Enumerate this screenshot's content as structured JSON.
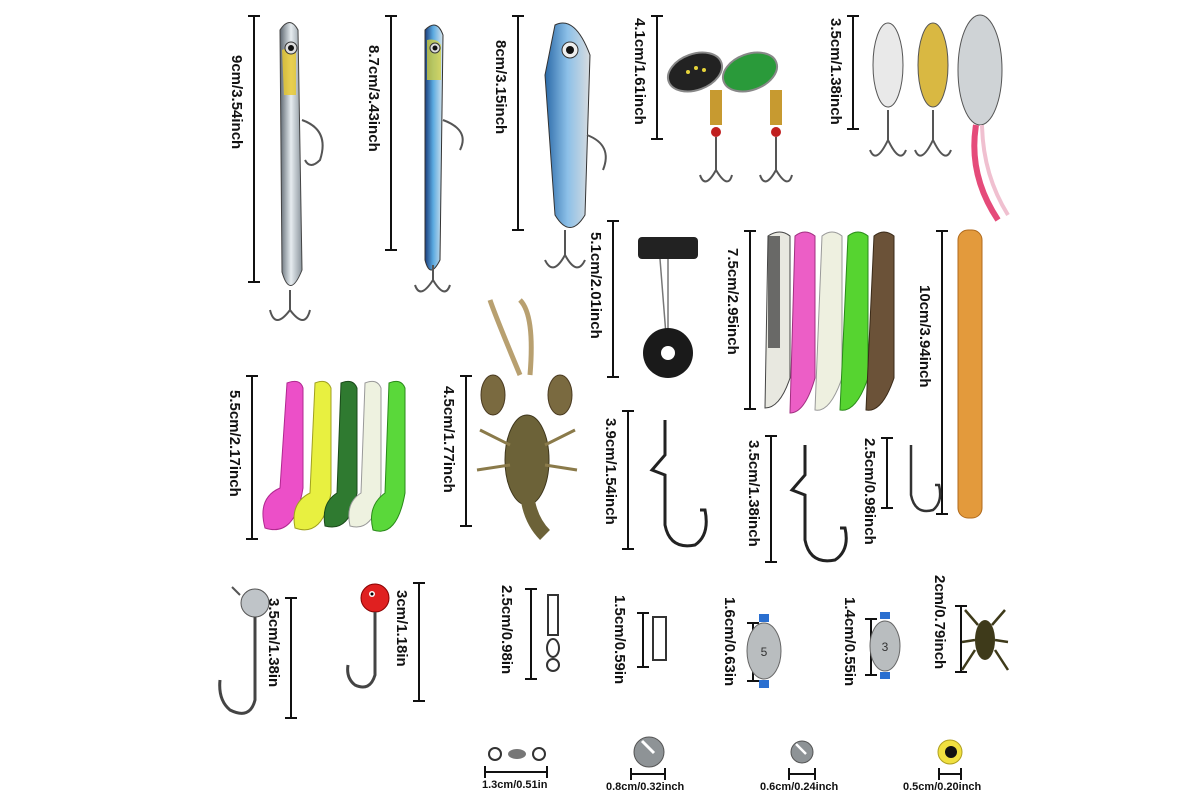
{
  "measurements": {
    "minnow_large": "9cm/3.54inch",
    "minnow_medium": "8.7cm/3.43inch",
    "vib_lure": "8cm/3.15inch",
    "spinner": "4.1cm/1.61inch",
    "spoon": "3.5cm/1.38inch",
    "bobber_stopper": "5.1cm/2.01inch",
    "paddle_tail": "7.5cm/2.95inch",
    "stick_worm": "10cm/3.94inch",
    "curly_tail": "5.5cm/2.17inch",
    "crawfish": "4.5cm/1.77inch",
    "worm_hook_large": "3.9cm/1.54inch",
    "worm_hook_medium": "3.5cm/1.38inch",
    "worm_hook_small": "2.5cm/0.98inch",
    "jig_head_silver": "3.5cm/1.38in",
    "jig_head_red": "3cm/1.18in",
    "snap_swivel": "2.5cm/0.98in",
    "snap": "1.5cm/0.59in",
    "sinker_5": "1.6cm/0.63in",
    "sinker_3": "1.4cm/0.55in",
    "cricket": "2cm/0.79inch",
    "barrel_swivel": "1.3cm/0.51in",
    "split_shot_large": "0.8cm/0.32inch",
    "split_shot_small": "0.6cm/0.24inch",
    "bead": "0.5cm/0.20inch"
  },
  "sinker_labels": {
    "egg_5": "5",
    "egg_3": "3"
  }
}
